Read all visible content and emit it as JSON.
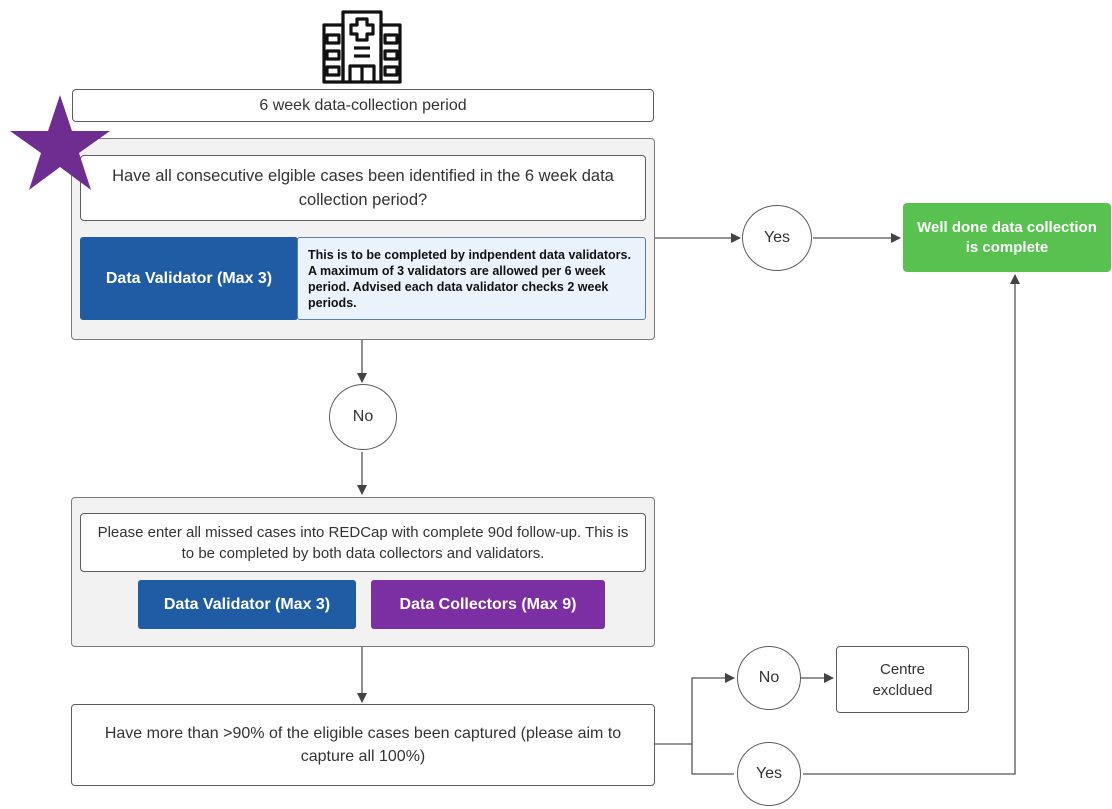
{
  "diagram": {
    "title": "6 week data-collection period",
    "question_1": "Have all consecutive elgible cases been identified in the 6 week data collection period?",
    "validator_label": "Data Validator (Max 3)",
    "validator_note": "This is to be completed by indpendent data validators. A maximum of 3 validators are allowed per 6 week period. Advised each data validator checks 2 week periods.",
    "yes_label": "Yes",
    "no_label": "No",
    "complete_label": "Well done data collection is complete",
    "missed_cases_text": "Please enter all missed cases into REDCap with complete 90d follow-up. This is to be completed by both data collectors and validators.",
    "validator_label_2": "Data Validator (Max 3)",
    "collectors_label": "Data Collectors (Max 9)",
    "question_2": "Have more than >90% of the eligible cases been captured (please aim to capture all 100%)",
    "no_label_2": "No",
    "yes_label_2": "Yes",
    "excluded_label": "Centre excldued"
  },
  "colors": {
    "validator": "#1f5ca4",
    "collector": "#7b2fa3",
    "complete": "#58c14f",
    "star": "#6f2c91"
  },
  "icons": {
    "hospital": "hospital-icon",
    "star": "star-icon"
  }
}
